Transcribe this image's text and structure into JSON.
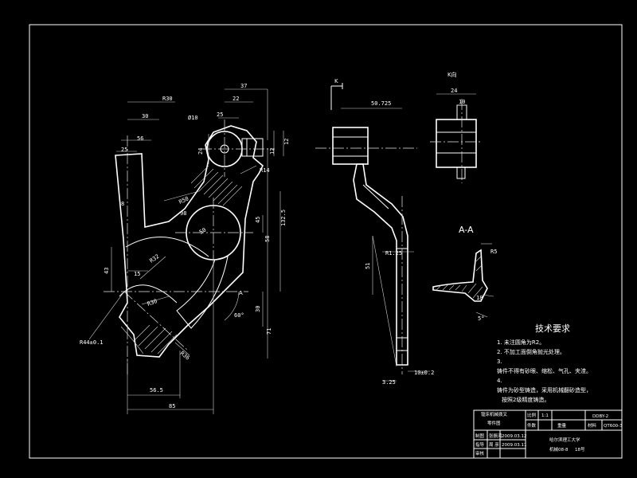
{
  "dims": {
    "d37": "37",
    "d22": "22",
    "d25_top": "25",
    "d12_top": "12",
    "r30": "R30",
    "d30": "30",
    "d56": "56",
    "d25_left": "25",
    "d8": "8",
    "d10": "10",
    "d24": "24",
    "d12_right": "12",
    "r50": "R50",
    "d98": "98",
    "d50": "50",
    "d45": "45",
    "d58": "58",
    "r14": "R14",
    "d43": "43",
    "d15": "15",
    "r32": "R32",
    "r30b": "R30",
    "d30_right": "30",
    "deg60": "60°",
    "d71": "71",
    "r44": "R44±0.1",
    "r36": "R36",
    "d56_5": "56.5",
    "d85": "85",
    "d132": "132.5",
    "d10_hole": "Ø10",
    "d50_725": "50.725",
    "d51": "51",
    "r1_25": "R1.25",
    "d10b": "10",
    "d24_k": "24",
    "d10_k": "10",
    "tol10": "10±0.2",
    "d3_25": "3.25",
    "r5": "R5",
    "d18": "18",
    "d5_deg": "5°"
  },
  "labels": {
    "view_k": "K向",
    "arrow_k": "K",
    "section_name": "A-A",
    "section_mark_a": "A"
  },
  "notes": {
    "title": "技术要求",
    "items": [
      "1. 未注圆角为R2。",
      "2. 不加工面倒角抛光处理。",
      "3.",
      "铸件不得有砂眼、缩松、气孔、夹渣。",
      "4.",
      "铸件为砂型铸造，采用机械翻砂造型，",
      "按照2级精度铸造。"
    ]
  },
  "title_block": {
    "name_line1": "镗床机械拨叉",
    "name_line2": "零件图",
    "scale_label": "比例",
    "scale_value": "1:1",
    "qty_label": "件数",
    "drawing_no": "DDBY-2",
    "mass_label": "重量",
    "material_label": "材料",
    "material_value": "QT600-3",
    "designer_label": "制图",
    "designer_name": "张振鸿",
    "designer_date": "2009.03.12",
    "checker_label": "指导",
    "checker_name": "周 彦",
    "checker_date": "2009.03.11",
    "reviewer_label": "审核",
    "school": "哈尔滨理工大学",
    "class_no": "机械08-8",
    "student_no": "18号"
  }
}
